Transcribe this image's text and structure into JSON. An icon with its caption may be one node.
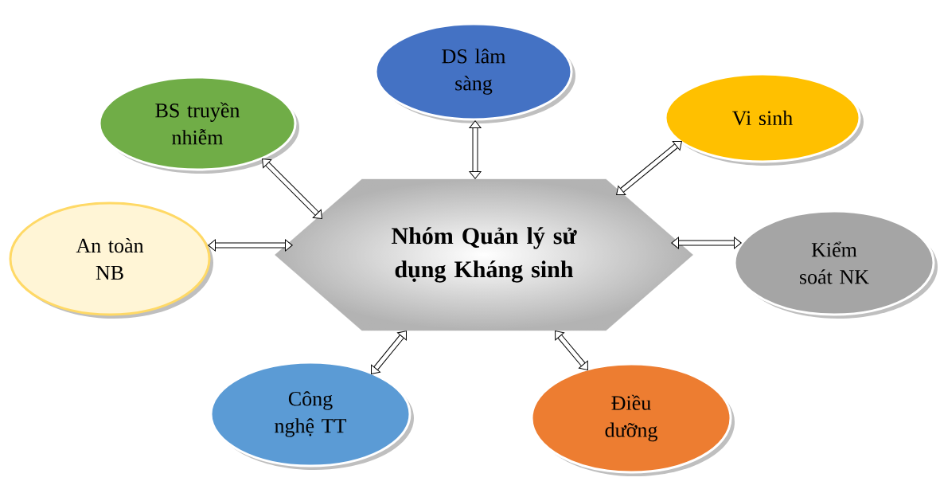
{
  "diagram": {
    "nodes": [
      {
        "text": [
          "Nhóm Quản lý sử dụng Kháng sinh"
        ]
      },
      {
        "text": [
          "DS lâm sàng"
        ]
      },
      {
        "text": [
          "BS truyền nhiễm"
        ]
      },
      {
        "text": [
          "Vi sinh"
        ]
      },
      {
        "text": [
          "An toàn NB"
        ]
      },
      {
        "text": [
          "Kiểm soát NK"
        ]
      },
      {
        "text": [
          "Công nghệ TT"
        ]
      },
      {
        "text": [
          "Điều dưỡng"
        ]
      }
    ],
    "edges": [
      {
        "from": 0,
        "to": 1,
        "arrow": "both"
      },
      {
        "from": 0,
        "to": 2,
        "arrow": "both"
      },
      {
        "from": 0,
        "to": 3,
        "arrow": "both"
      },
      {
        "from": 0,
        "to": 4,
        "arrow": "both"
      },
      {
        "from": 0,
        "to": 5,
        "arrow": "both"
      },
      {
        "from": 0,
        "to": 6,
        "arrow": "both"
      },
      {
        "from": 0,
        "to": 7,
        "arrow": "both"
      }
    ]
  }
}
